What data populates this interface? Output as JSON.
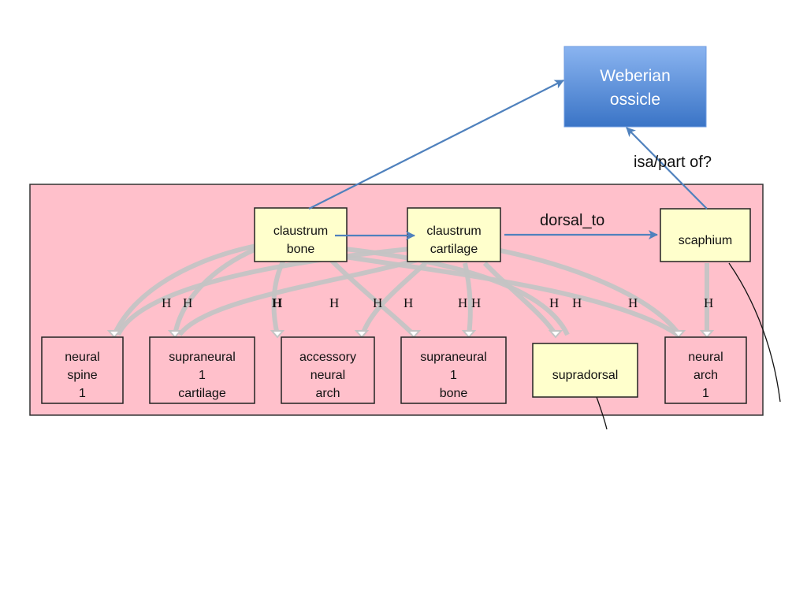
{
  "nodes": {
    "weberian": [
      "Weberian",
      "ossicle"
    ],
    "claustrum_bone": [
      "claustrum",
      "bone"
    ],
    "claustrum_cartilage": [
      "claustrum",
      "cartilage"
    ],
    "scaphium": [
      "scaphium"
    ],
    "neural_spine": [
      "neural",
      "spine",
      "1"
    ],
    "supraneural_cartilage": [
      "supraneural",
      "1",
      "cartilage"
    ],
    "accessory_arch": [
      "accessory",
      "neural",
      "arch"
    ],
    "supraneural_bone": [
      "supraneural",
      "1",
      "bone"
    ],
    "supradorsal": [
      "supradorsal"
    ],
    "neural_arch": [
      "neural",
      "arch",
      "1"
    ]
  },
  "edge_labels": {
    "dorsal_to": "dorsal_to",
    "isa_part_of": "isa/part of?"
  },
  "h_labels": [
    "H",
    "H",
    "H",
    "H",
    "H",
    "H",
    "H",
    "H",
    "H",
    "H",
    "H",
    "H"
  ],
  "colors": {
    "panel": "#ffc0cb",
    "node_fill": "#ffffcc",
    "blue_edge": "#4f81bd",
    "weberian_top": "#8ab4f0",
    "weberian_bottom": "#3a74c6",
    "gray_edge": "#c4c4c4"
  }
}
